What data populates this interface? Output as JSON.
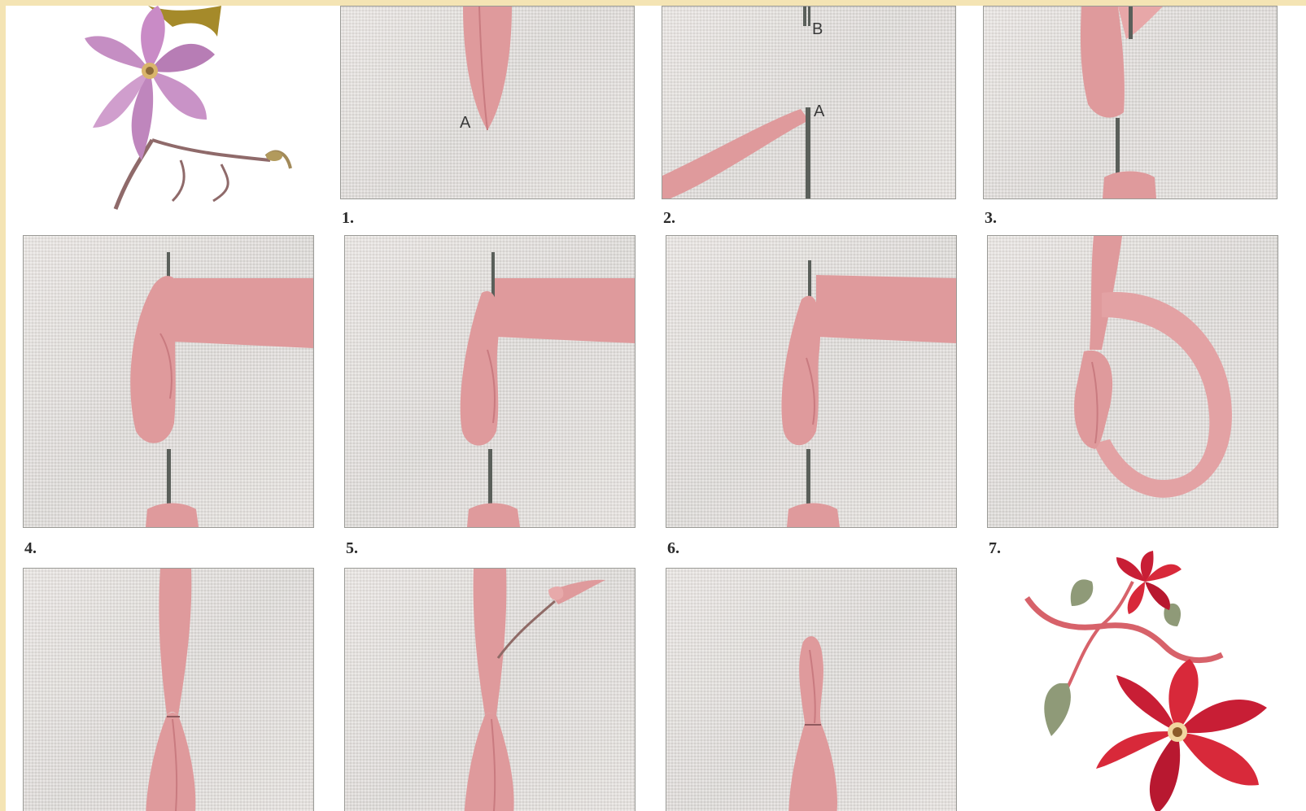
{
  "steps": [
    {
      "label": "1."
    },
    {
      "label": "2."
    },
    {
      "label": "3."
    },
    {
      "label": "4."
    },
    {
      "label": "5."
    },
    {
      "label": "6."
    },
    {
      "label": "7."
    }
  ],
  "point_labels": {
    "a": "A",
    "b": "B"
  },
  "colors": {
    "frame": "#f4e4b4",
    "linen": "#e4e0dd",
    "ribbon": "#df9a9c",
    "ribbon_dark": "#c97b80",
    "needle": "#5a5f5a",
    "flower_pink": "#c98bc6",
    "flower_red": "#d8293a",
    "leaf": "#7a8a60"
  },
  "icons": {
    "top_left_illustration": "pink-clematis-icon",
    "bottom_right_illustration": "red-clematis-icon"
  }
}
